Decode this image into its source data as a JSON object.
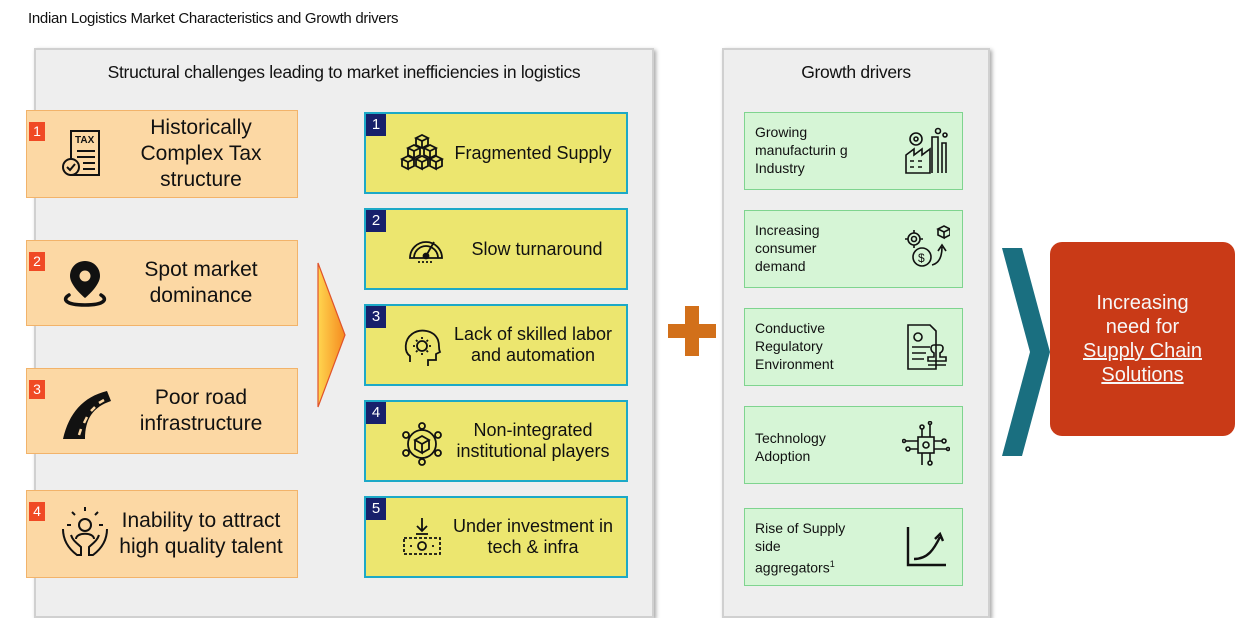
{
  "title": "Indian Logistics Market Characteristics and Growth drivers",
  "left_header": "Structural challenges leading to market inefficiencies in logistics",
  "right_header": "Growth drivers",
  "challenges": [
    {
      "num": "1",
      "label": "Historically Complex Tax structure",
      "icon": "tax-document-icon"
    },
    {
      "num": "2",
      "label": "Spot market dominance",
      "icon": "location-pin-icon"
    },
    {
      "num": "3",
      "label": "Poor road infrastructure",
      "icon": "road-icon"
    },
    {
      "num": "4",
      "label": "Inability to attract high quality talent",
      "icon": "talent-hands-icon"
    }
  ],
  "inefficiencies": [
    {
      "num": "1",
      "label": "Fragmented Supply",
      "icon": "blocks-icon"
    },
    {
      "num": "2",
      "label": "Slow turnaround",
      "icon": "speedometer-icon"
    },
    {
      "num": "3",
      "label": "Lack of skilled labor and automation",
      "icon": "brain-gear-icon"
    },
    {
      "num": "4",
      "label": "Non-integrated institutional players",
      "icon": "network-box-icon"
    },
    {
      "num": "5",
      "label": "Under investment in tech & infra",
      "icon": "money-download-icon"
    }
  ],
  "drivers": [
    {
      "label": "Growing manufacturin g Industry",
      "icon": "factory-icon"
    },
    {
      "label": "Increasing consumer demand",
      "icon": "gears-dollar-icon"
    },
    {
      "label": "Conductive Regulatory Environment",
      "icon": "document-stamp-icon"
    },
    {
      "label": "Technology Adoption",
      "icon": "circuit-chip-icon"
    },
    {
      "label": "Rise of Supply side aggregators",
      "label_sup": "1",
      "icon": "growth-curve-icon"
    }
  ],
  "result": {
    "line1": "Increasing",
    "line2": "need for",
    "line3": "Supply Chain",
    "line4": "Solutions"
  },
  "colors": {
    "challenge_fill": "#fcd8a4",
    "challenge_badge": "#f04a24",
    "inefficiency_fill": "#ece66f",
    "inefficiency_border": "#1ca9c7",
    "inefficiency_badge": "#17206b",
    "driver_fill": "#d6f5d6",
    "plus": "#d2701a",
    "chevron": "#1a6f80",
    "result_fill": "#c93a17"
  }
}
